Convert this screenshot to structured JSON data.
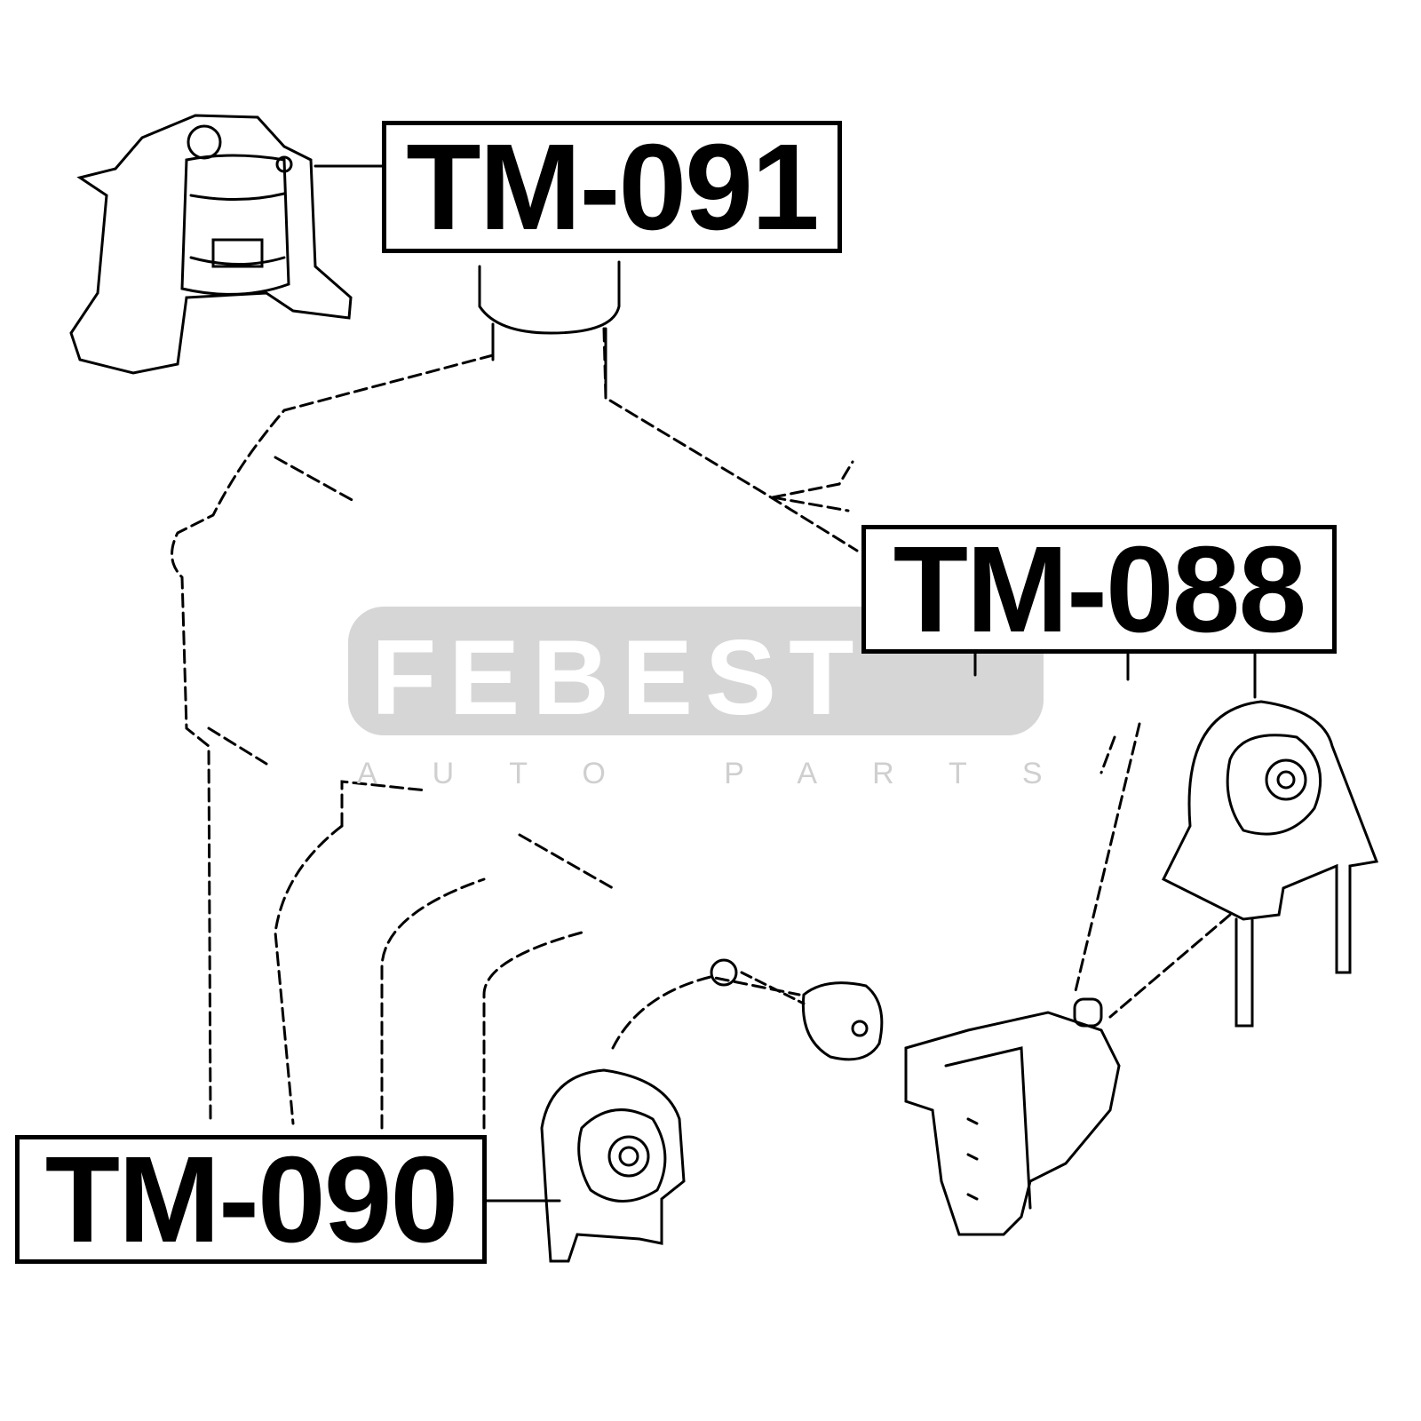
{
  "watermark": {
    "brand": "FEBEST",
    "tagline": "AUTO PARTS",
    "color": "#d6d6d6"
  },
  "labels": [
    {
      "part": "TM-091"
    },
    {
      "part": "TM-088"
    },
    {
      "part": "TM-090"
    }
  ]
}
